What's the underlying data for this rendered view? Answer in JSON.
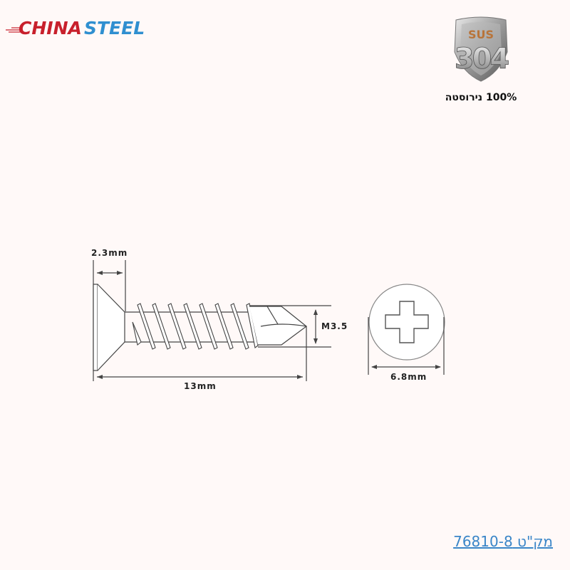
{
  "brand": {
    "part1": "CHINA",
    "part2": "STEEL",
    "color_part1": "#c8202c",
    "color_part2": "#2f8fd0"
  },
  "badge": {
    "top_text": "SUS",
    "main_text": "304",
    "caption": "100% נירוסטה",
    "icon": "shield-icon"
  },
  "dimensions": {
    "head_height": "2.3mm",
    "total_length": "13mm",
    "thread_diameter": "M3.5",
    "head_diameter": "6.8mm"
  },
  "product": {
    "sku_label": "מק\"ט 76810-8"
  },
  "colors": {
    "background": "#fff9f8",
    "line": "#444444",
    "link": "#3a86c8"
  }
}
